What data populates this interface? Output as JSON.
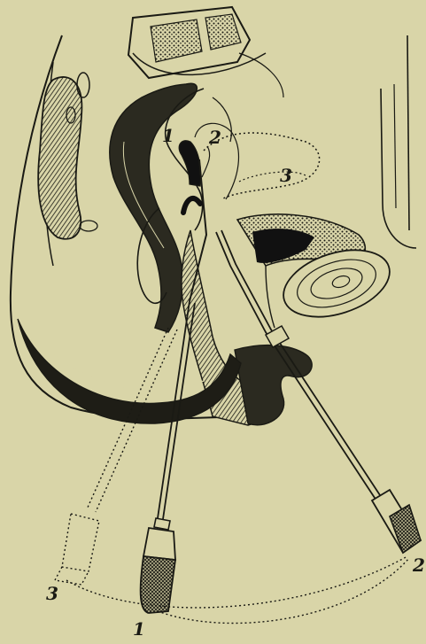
{
  "figure": {
    "background_color": "#d9d5a8",
    "ink_color": "#1a1a14",
    "labels": {
      "pos1_inner": "1",
      "pos2_inner": "2",
      "pos3_inner": "3",
      "pos1_handle": "1",
      "pos2_handle": "2",
      "pos3_handle": "3"
    }
  }
}
